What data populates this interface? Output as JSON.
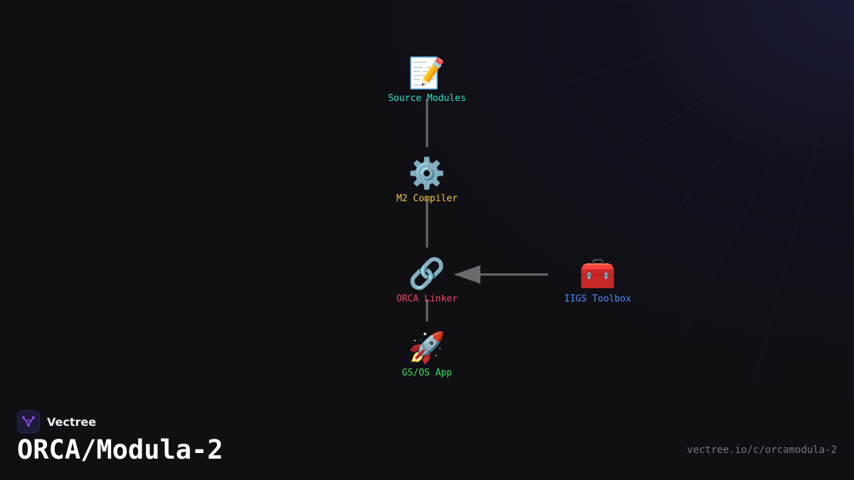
{
  "diagram": {
    "nodes": [
      {
        "id": "source",
        "icon": "📝",
        "icon_name": "memo-icon",
        "label": "Source Modules",
        "color": "#2ee6c9"
      },
      {
        "id": "compiler",
        "icon": "⚙️",
        "icon_name": "gear-icon",
        "label": "M2 Compiler",
        "color": "#f5c542"
      },
      {
        "id": "linker",
        "icon": "🔗",
        "icon_name": "link-icon",
        "label": "ORCA Linker",
        "color": "#f0446a"
      },
      {
        "id": "toolbox",
        "icon": "🧰",
        "icon_name": "toolbox-icon",
        "label": "IIGS Toolbox",
        "color": "#4d8ef7"
      },
      {
        "id": "app",
        "icon": "🚀",
        "icon_name": "rocket-icon",
        "label": "GS/OS App",
        "color": "#3ce05a"
      }
    ],
    "edges": [
      {
        "from": "source",
        "to": "compiler"
      },
      {
        "from": "compiler",
        "to": "linker"
      },
      {
        "from": "toolbox",
        "to": "linker",
        "arrow": true
      },
      {
        "from": "linker",
        "to": "app"
      }
    ],
    "edge_color": "#6b6b6b"
  },
  "brand": {
    "name": "Vectree",
    "accent": "#9b4dff"
  },
  "course": {
    "title": "ORCA/Modula-2"
  },
  "footer": {
    "url": "vectree.io/c/orcamodula-2"
  }
}
